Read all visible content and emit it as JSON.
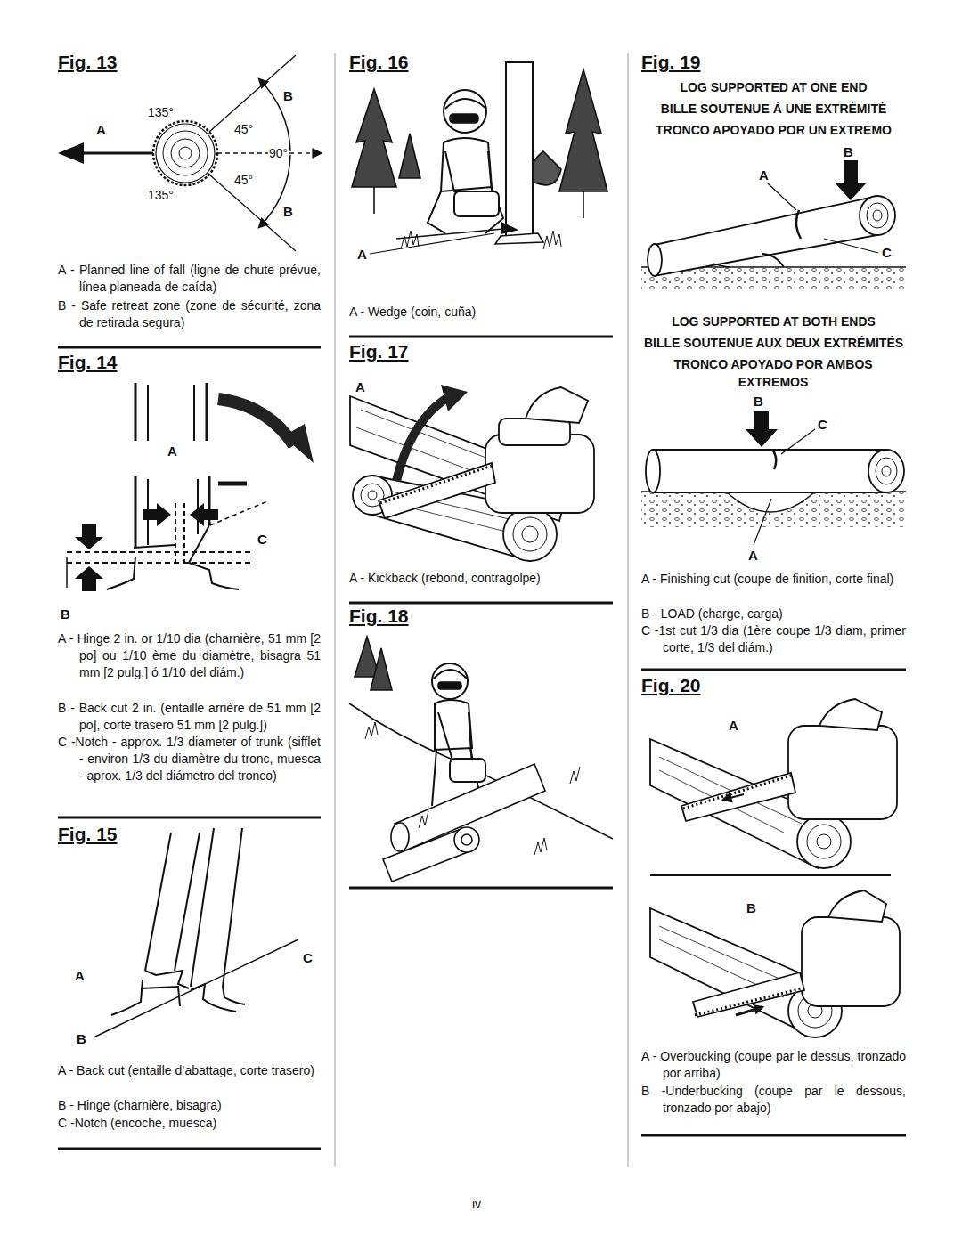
{
  "diagram": {
    "labels": [
      "Fig. 13",
      "135°",
      "A",
      "45°",
      "90°",
      "B",
      "45°",
      "135°",
      "B",
      "A - Planned line of fall (ligne de chute prévue, línea planeada de caída)",
      "B - Safe retreat zone (zone de sécurité, zona de retirada segura)",
      "Fig. 14",
      "A",
      "C",
      "B",
      "A - Hinge 2 in. or 1/10 dia (charnière, 51 mm [2 po] ou 1/10 ème du diamètre, bisagra 51 mm [2 pulg.] ó 1/10 del diám.)",
      "B - Back cut 2 in. (entaille arrière de 51 mm [2 po], corte trasero 51 mm [2 pulg.])",
      "C -Notch - approx. 1/3 diameter of trunk (sifflet - environ 1/3 du diamètre du tronc, muesca - aprox. 1/3 del diámetro del tronco)",
      "Fig. 15",
      "A",
      "C",
      "B",
      "A - Back cut (entaille d’abattage, corte trasero)",
      "B - Hinge (charnière, bisagra)",
      "C -Notch (encoche, muesca)",
      "Fig. 16",
      "A",
      "A - Wedge (coin, cuña)",
      "Fig. 17",
      "A",
      "A - Kickback (rebond, contragolpe)",
      "Fig. 18",
      "Fig. 19",
      "LOG SUPPORTED AT ONE END",
      "BILLE SOUTENUE À UNE EXTRÉMITÉ",
      "TRONCO APOYADO POR UN EXTREMO",
      "B",
      "A",
      "C",
      "LOG SUPPORTED AT BOTH ENDS",
      "BILLE SOUTENUE AUX DEUX EXTRÉMITÉS",
      "TRONCO APOYADO POR AMBOS EXTREMOS",
      "B",
      "C",
      "A",
      "A - Finishing cut (coupe de finition, corte final)",
      "B - LOAD (charge, carga)",
      "C -1st cut 1/3 dia (1ère coupe 1/3 diam, primer corte, 1/3 del diám.)",
      "Fig. 20",
      "A",
      "B",
      "A - Overbucking (coupe par le dessus, tronzado por arriba)",
      "B -Underbucking (coupe par le dessous, tronzado por abajo)",
      "iv"
    ]
  }
}
